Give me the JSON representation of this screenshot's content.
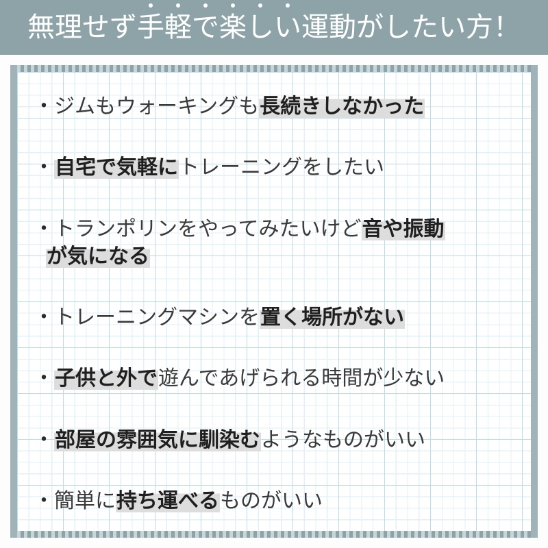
{
  "header": {
    "title": "無理せず手軽で楽しい運動がしたい方！",
    "emphasis_chars": "手軽で楽しい",
    "bg_color": "#8ea3a8",
    "text_color": "#ffffff"
  },
  "card": {
    "frame_color": "#9fb3b8",
    "grid_color": "#bcdcec",
    "grid_minor_color": "#e2f0f7",
    "highlight_color": "#dddddd"
  },
  "bullet": "・",
  "items": [
    {
      "id": "item-1",
      "bullet": "・",
      "segments": [
        {
          "text": "ジムもウォーキングも",
          "emphasis": false
        },
        {
          "text": "長続きしなかった",
          "emphasis": true
        }
      ]
    },
    {
      "id": "item-2",
      "bullet": "・",
      "segments": [
        {
          "text": "自宅で気軽に",
          "emphasis": true
        },
        {
          "text": "トレーニングをしたい",
          "emphasis": false
        }
      ]
    },
    {
      "id": "item-3",
      "bullet": "・",
      "segments": [
        {
          "text": "トランポリンをやってみたいけど",
          "emphasis": false
        },
        {
          "text": "音や振動",
          "emphasis": true
        }
      ],
      "segments_line2": [
        {
          "text": "が気になる",
          "emphasis": true
        }
      ]
    },
    {
      "id": "item-4",
      "bullet": "・",
      "segments": [
        {
          "text": "トレーニングマシンを",
          "emphasis": false
        },
        {
          "text": "置く場所がない",
          "emphasis": true
        }
      ]
    },
    {
      "id": "item-5",
      "bullet": "・",
      "segments": [
        {
          "text": "子供と外で",
          "emphasis": true
        },
        {
          "text": "遊んであげられる時間が少ない",
          "emphasis": false
        }
      ]
    },
    {
      "id": "item-6",
      "bullet": "・",
      "segments": [
        {
          "text": "部屋の雰囲気に馴染む",
          "emphasis": true
        },
        {
          "text": "ようなものがいい",
          "emphasis": false
        }
      ]
    },
    {
      "id": "item-7",
      "bullet": "・",
      "segments": [
        {
          "text": "簡単に",
          "emphasis": false
        },
        {
          "text": "持ち運べる",
          "emphasis": true
        },
        {
          "text": "ものがいい",
          "emphasis": false
        }
      ]
    }
  ]
}
